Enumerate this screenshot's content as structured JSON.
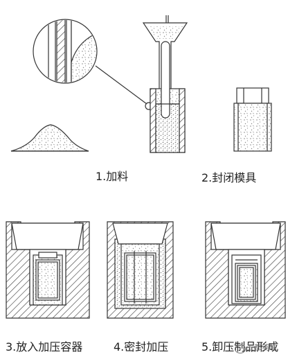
{
  "steps": [
    {
      "label": "1.加料"
    },
    {
      "label": "2.封闭模具"
    },
    {
      "label": "3.放入加压容器"
    },
    {
      "label": "4.密封加压"
    },
    {
      "label": "5.卸压制品形成"
    }
  ],
  "watermark": {
    "text": "五都美味"
  },
  "colors": {
    "line": "#333333",
    "powder": "#9a9a9a",
    "background": "#ffffff"
  }
}
